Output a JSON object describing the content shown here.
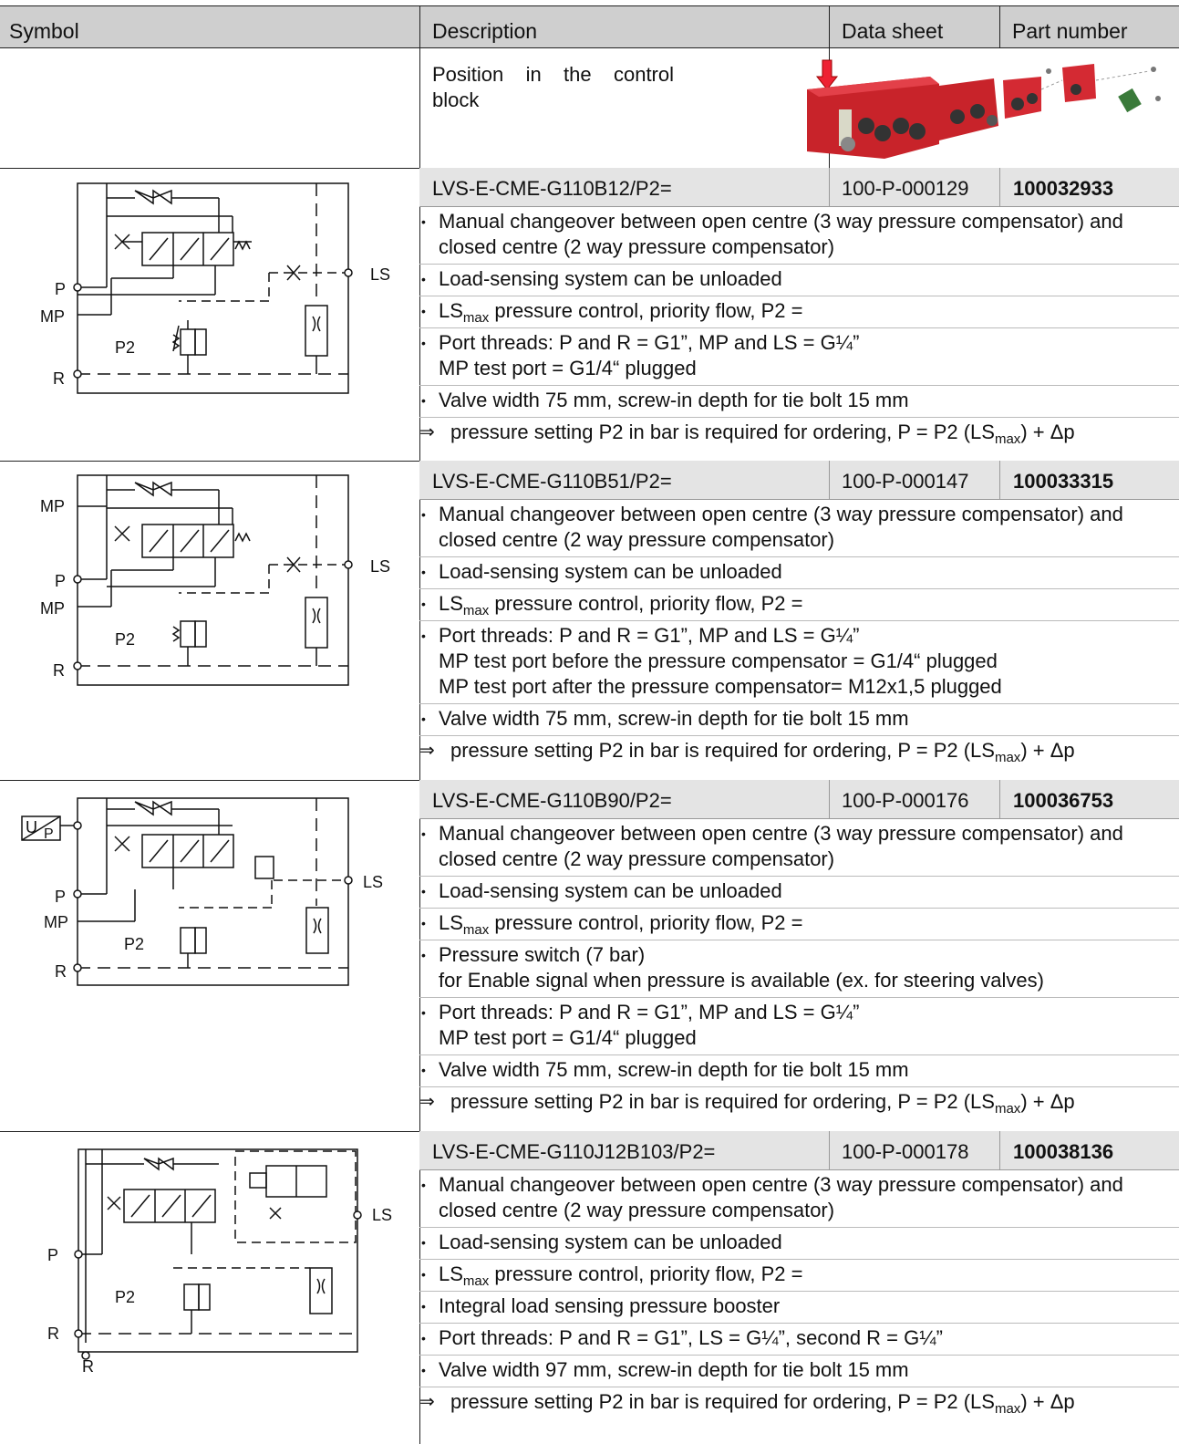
{
  "header": {
    "symbol": "Symbol",
    "description": "Description",
    "data_sheet": "Data sheet",
    "part_number": "Part number"
  },
  "position": {
    "line1": "Position in the control",
    "line2": "block"
  },
  "rows": [
    {
      "code": "LVS-E-CME-G110B12/P2=",
      "datasheet": "100-P-000129",
      "part": "100032933",
      "items": [
        "Manual changeover between open centre (3 way pressure compensator) and closed centre (2 way pressure compensator)",
        "Load-sensing system can be unloaded",
        "LSmax pressure control, priority flow, P2 =",
        "Port threads: P and R = G1”, MP and LS = G¼”\nMP test port = G1/4“ plugged",
        "Valve width 75 mm, screw-in depth for tie bolt 15 mm"
      ],
      "req": "pressure setting P2 in bar is required for ordering, P = P2 (LSmax) + Δp"
    },
    {
      "code": "LVS-E-CME-G110B51/P2=",
      "datasheet": "100-P-000147",
      "part": "100033315",
      "items": [
        "Manual changeover between open centre (3 way pressure compensator) and closed centre (2 way pressure compensator)",
        "Load-sensing system can be unloaded",
        "LSmax pressure control, priority flow, P2 =",
        "Port threads: P and R = G1”, MP and LS = G¼”\nMP test port before the pressure compensator = G1/4“ plugged\nMP test port after the pressure compensator= M12x1,5 plugged",
        "Valve width 75 mm, screw-in depth for tie bolt 15 mm"
      ],
      "req": "pressure setting P2 in bar is required for ordering, P = P2 (LSmax) + Δp"
    },
    {
      "code": "LVS-E-CME-G110B90/P2=",
      "datasheet": "100-P-000176",
      "part": "100036753",
      "items": [
        "Manual changeover between open centre (3 way pressure compensator) and closed centre (2 way pressure compensator)",
        "Load-sensing system can be unloaded",
        "LSmax pressure control, priority flow, P2 =",
        "Pressure switch (7 bar)\nfor Enable signal when pressure is available (ex. for steering valves)",
        "Port threads: P and R = G1”, MP and LS = G¼”\nMP test port = G1/4“ plugged",
        "Valve width 75 mm, screw-in depth for tie bolt 15 mm"
      ],
      "req": "pressure setting P2 in bar is required for ordering, P = P2 (LSmax) + Δp"
    },
    {
      "code": "LVS-E-CME-G110J12B103/P2=",
      "datasheet": "100-P-000178",
      "part": "100038136",
      "items": [
        "Manual changeover between open centre (3 way pressure compensator) and closed centre (2 way pressure compensator)",
        "Load-sensing system can be unloaded",
        "LSmax pressure control, priority flow, P2 =",
        "Integral load sensing pressure booster",
        "Port threads: P and R = G1”, LS = G¼”, second R = G¼”",
        "Valve width 97 mm, screw-in depth for tie bolt 15 mm"
      ],
      "req": "pressure setting P2 in bar is required for ordering, P = P2 (LSmax) + Δp"
    }
  ],
  "symbol_labels": {
    "p": "P",
    "mp": "MP",
    "r": "R",
    "ls": "LS",
    "p2": "P2",
    "u": "U"
  }
}
